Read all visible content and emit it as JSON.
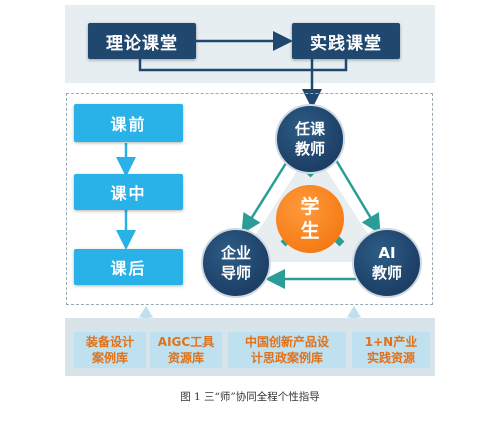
{
  "top": {
    "theory": "理论课堂",
    "practice": "实践课堂"
  },
  "steps": [
    "课前",
    "课中",
    "课后"
  ],
  "roles": {
    "subject_teacher": [
      "任课",
      "教师"
    ],
    "enterprise_mentor": [
      "企业",
      "导师"
    ],
    "ai_teacher": [
      "AI",
      "教师"
    ],
    "student": [
      "学",
      "生"
    ]
  },
  "resources": [
    [
      "装备设计",
      "案例库"
    ],
    [
      "AIGC工具",
      "资源库"
    ],
    [
      "中国创新产品设",
      "计思政案例库"
    ],
    [
      "1+N产业",
      "实践资源"
    ]
  ],
  "caption": "图 1 三“师”协同全程个性指导",
  "colors": {
    "dark_blue": "#20476e",
    "light_blue": "#29b2e8",
    "orange": "#f47a14",
    "resource_text": "#e1711a"
  }
}
